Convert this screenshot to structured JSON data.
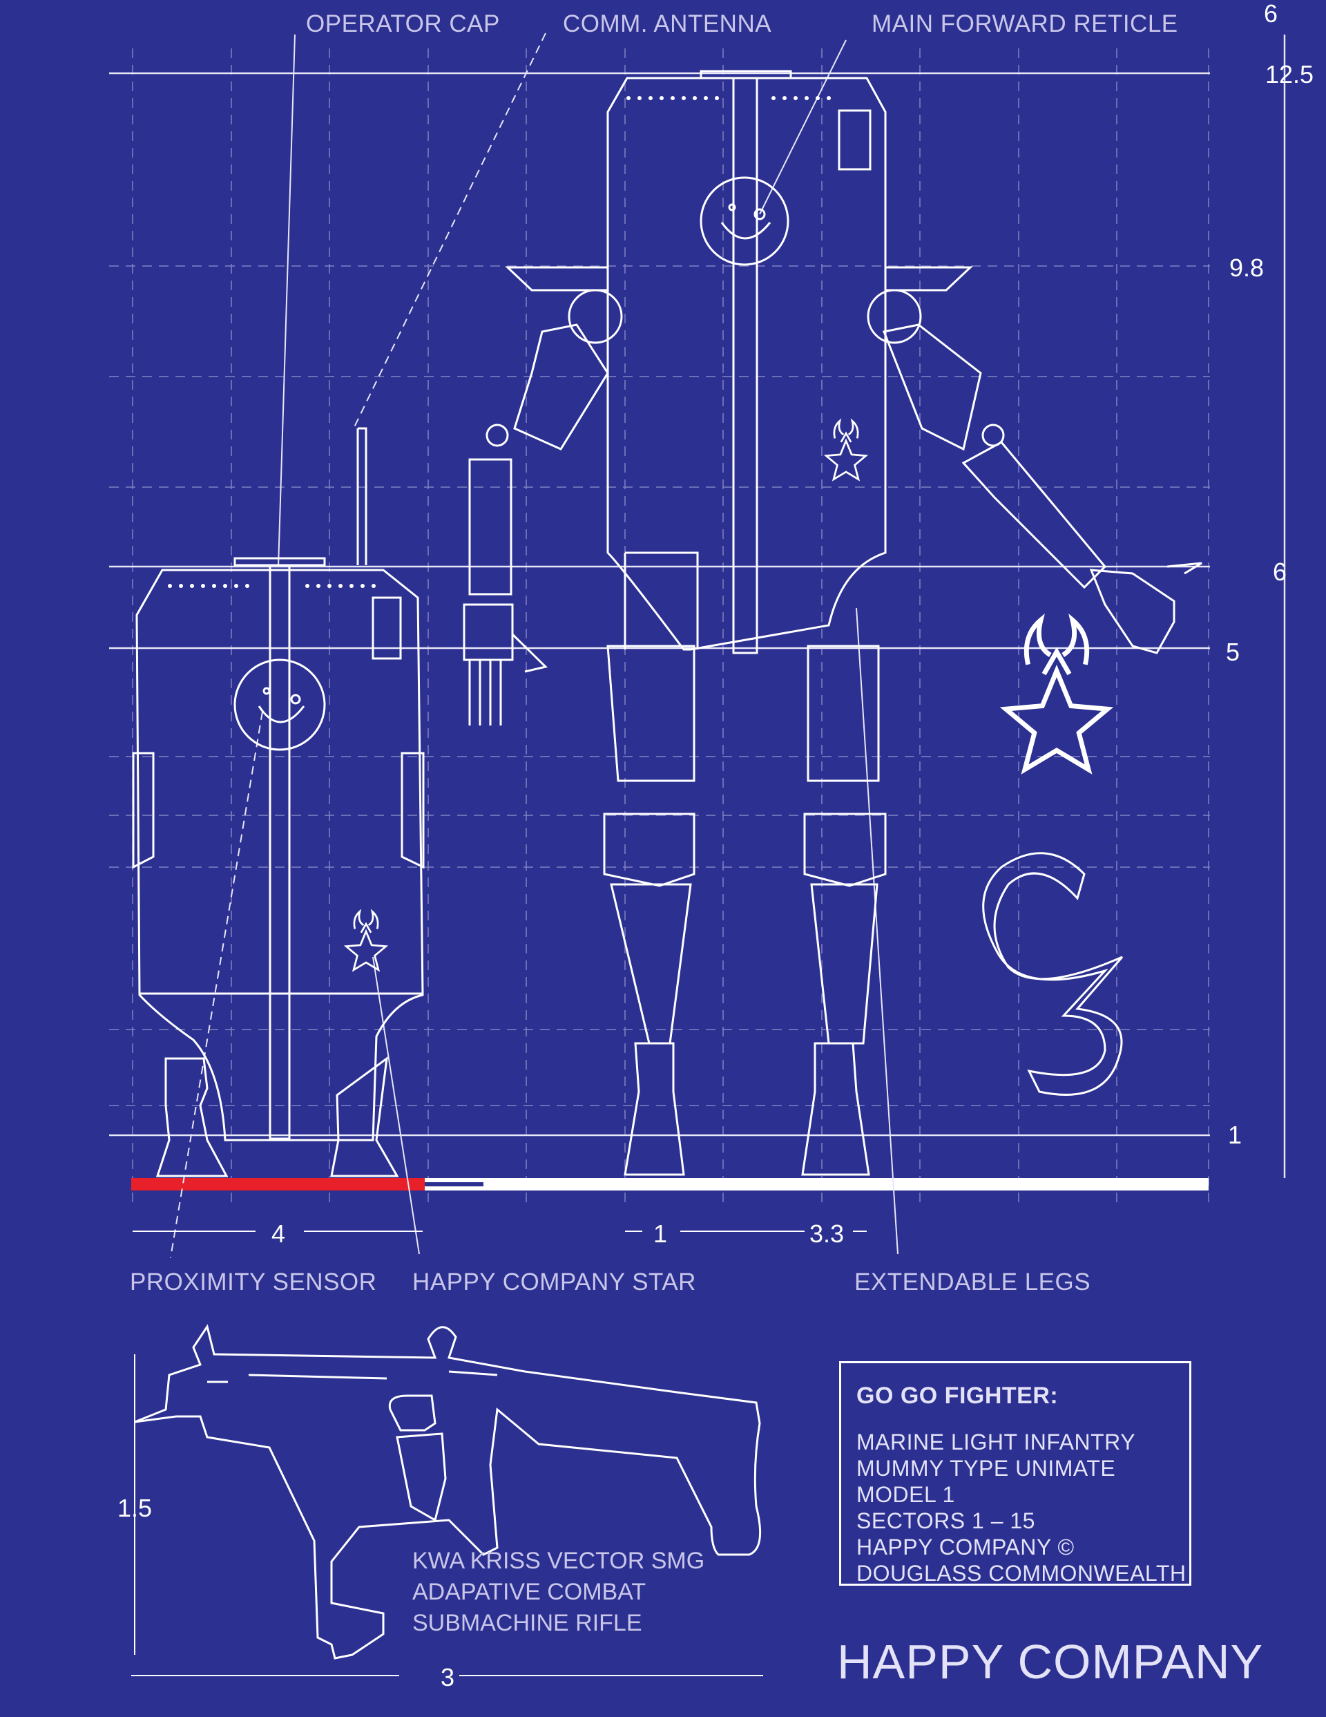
{
  "callouts": {
    "operator_cap": "OPERATOR CAP",
    "comm_antenna": "COMM. ANTENNA",
    "main_forward_reticle": "MAIN FORWARD RETICLE",
    "proximity_sensor": "PROXIMITY SENSOR",
    "happy_company_star": "HAPPY COMPANY STAR",
    "extendable_legs": "EXTENDABLE LEGS"
  },
  "dimensions": {
    "top_cut": "6",
    "h_12_5": "12.5",
    "h_9_8": "9.8",
    "h_6": "6",
    "h_5": "5",
    "h_1": "1",
    "w_4": "4",
    "w_1": "1",
    "w_3_3": "3.3",
    "gun_height": "1.5",
    "gun_width": "3"
  },
  "weapon": {
    "lines": [
      "KWA KRISS VECTOR SMG",
      "ADAPATIVE COMBAT",
      "SUBMACHINE RIFLE"
    ]
  },
  "spec_box": {
    "title": "GO GO FIGHTER:",
    "lines": [
      "MARINE LIGHT INFANTRY",
      "MUMMY TYPE UNIMATE",
      "MODEL 1",
      "SECTORS 1 – 15",
      "HAPPY COMPANY ©",
      "DOUGLASS COMMONWEALTH"
    ]
  },
  "brand": "HAPPY COMPANY",
  "colors": {
    "background": "#2b3091",
    "line": "#ffffff",
    "scale_accent": "#e8202a"
  }
}
